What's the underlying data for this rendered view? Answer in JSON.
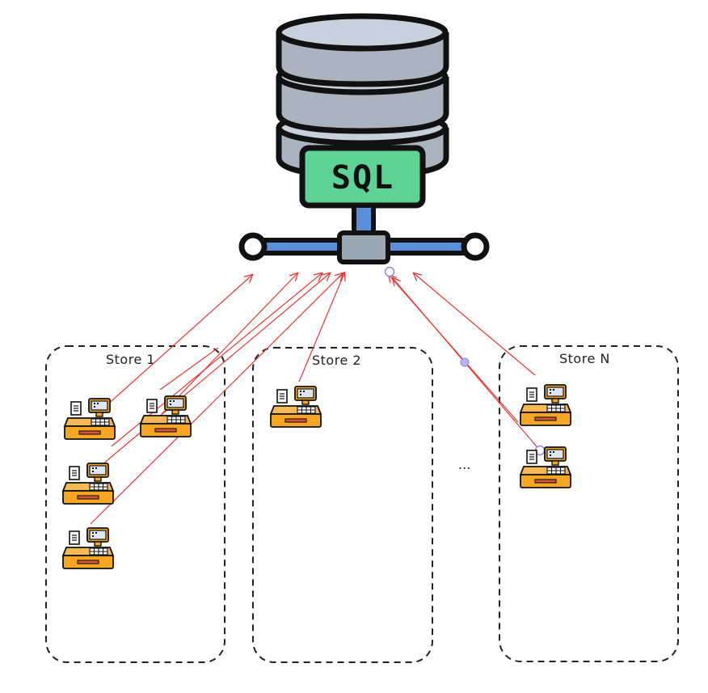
{
  "database": {
    "label": "SQL",
    "icon": "sql-database-icon"
  },
  "stores": [
    {
      "name": "Store 1",
      "registers": 4
    },
    {
      "name": "Store 2",
      "registers": 1
    },
    {
      "name": "Store N",
      "registers": 2
    }
  ],
  "ellipsis": "...",
  "icons": {
    "register": "cash-register-icon",
    "server": "database-server-icon"
  },
  "colors": {
    "db_body": "#a9b4bf",
    "db_top": "#c7d1db",
    "sql_badge": "#5fd396",
    "connector": "#5b8fd9",
    "register_body": "#f5a623",
    "connection_arrow": "#e53935",
    "outline": "#111111"
  }
}
